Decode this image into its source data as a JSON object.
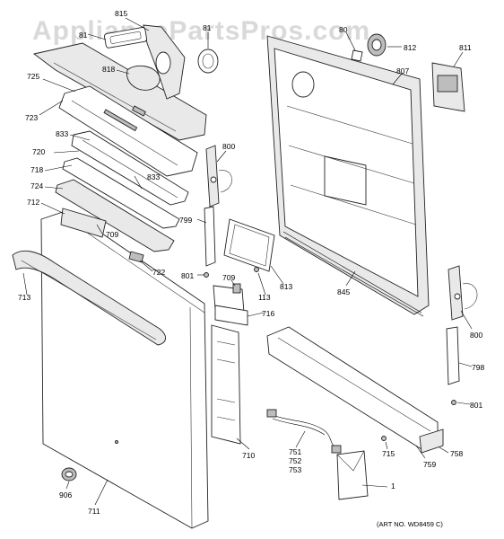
{
  "watermark": "AppliancePartsPros.com",
  "art_number": "(ART NO. WD8459 C)",
  "callouts": [
    {
      "id": "815",
      "label": "815"
    },
    {
      "id": "81a",
      "label": "81"
    },
    {
      "id": "819",
      "label": "81"
    },
    {
      "id": "818",
      "label": "818"
    },
    {
      "id": "725",
      "label": "725"
    },
    {
      "id": "723",
      "label": "723"
    },
    {
      "id": "833a",
      "label": "833"
    },
    {
      "id": "720",
      "label": "720"
    },
    {
      "id": "833b",
      "label": "833"
    },
    {
      "id": "718",
      "label": "718"
    },
    {
      "id": "724",
      "label": "724"
    },
    {
      "id": "712",
      "label": "712"
    },
    {
      "id": "709a",
      "label": "709"
    },
    {
      "id": "722",
      "label": "722"
    },
    {
      "id": "713",
      "label": "713"
    },
    {
      "id": "800a",
      "label": "800"
    },
    {
      "id": "799",
      "label": "799"
    },
    {
      "id": "801a",
      "label": "801"
    },
    {
      "id": "709b",
      "label": "709"
    },
    {
      "id": "113",
      "label": "113"
    },
    {
      "id": "813",
      "label": "813"
    },
    {
      "id": "716",
      "label": "716"
    },
    {
      "id": "80",
      "label": "80"
    },
    {
      "id": "812",
      "label": "812"
    },
    {
      "id": "811",
      "label": "811"
    },
    {
      "id": "807",
      "label": "807"
    },
    {
      "id": "845",
      "label": "845"
    },
    {
      "id": "800b",
      "label": "800"
    },
    {
      "id": "798",
      "label": "798"
    },
    {
      "id": "801b",
      "label": "801"
    },
    {
      "id": "710",
      "label": "710"
    },
    {
      "id": "751",
      "label": "751"
    },
    {
      "id": "752",
      "label": "752"
    },
    {
      "id": "753",
      "label": "753"
    },
    {
      "id": "715",
      "label": "715"
    },
    {
      "id": "759",
      "label": "759"
    },
    {
      "id": "758",
      "label": "758"
    },
    {
      "id": "1",
      "label": "1"
    },
    {
      "id": "906",
      "label": "906"
    },
    {
      "id": "711",
      "label": "711"
    }
  ]
}
